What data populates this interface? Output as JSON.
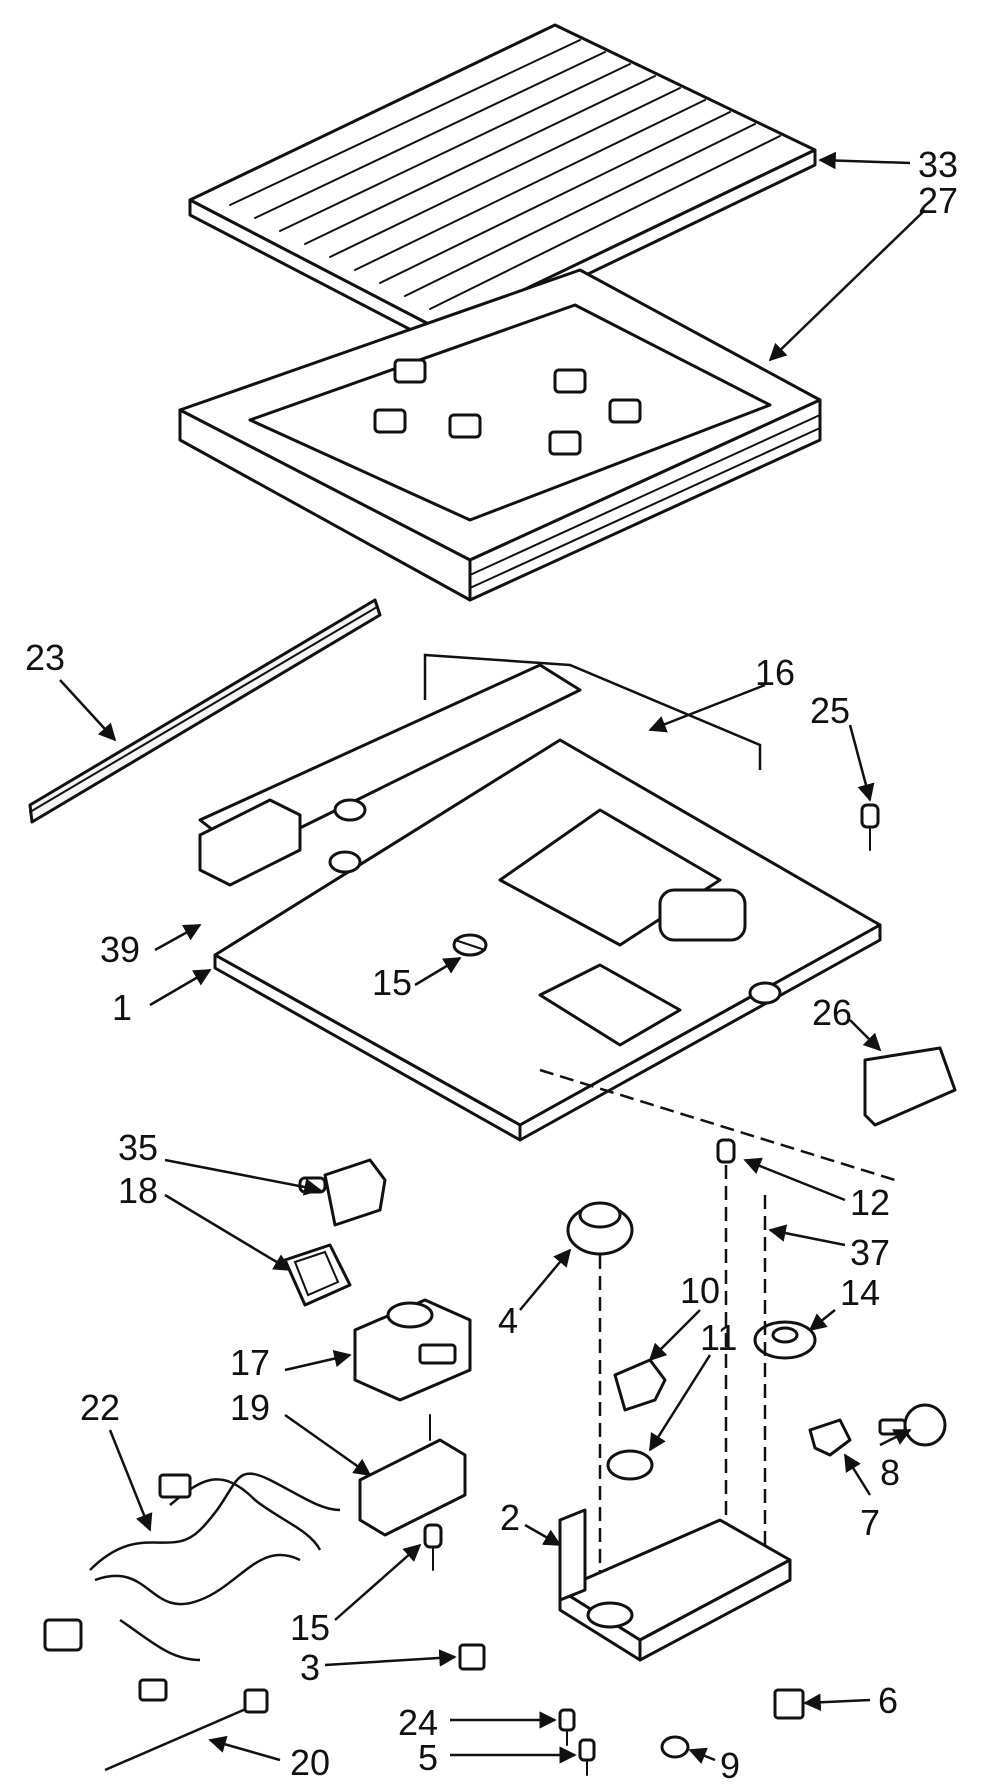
{
  "callouts": [
    {
      "id": "33",
      "label": "33"
    },
    {
      "id": "27",
      "label": "27"
    },
    {
      "id": "23",
      "label": "23"
    },
    {
      "id": "16",
      "label": "16"
    },
    {
      "id": "25",
      "label": "25"
    },
    {
      "id": "39",
      "label": "39"
    },
    {
      "id": "1",
      "label": "1"
    },
    {
      "id": "15a",
      "label": "15"
    },
    {
      "id": "26",
      "label": "26"
    },
    {
      "id": "35",
      "label": "35"
    },
    {
      "id": "18",
      "label": "18"
    },
    {
      "id": "12",
      "label": "12"
    },
    {
      "id": "37",
      "label": "37"
    },
    {
      "id": "4",
      "label": "4"
    },
    {
      "id": "10",
      "label": "10"
    },
    {
      "id": "14",
      "label": "14"
    },
    {
      "id": "11",
      "label": "11"
    },
    {
      "id": "17",
      "label": "17"
    },
    {
      "id": "19",
      "label": "19"
    },
    {
      "id": "22",
      "label": "22"
    },
    {
      "id": "8",
      "label": "8"
    },
    {
      "id": "7",
      "label": "7"
    },
    {
      "id": "2",
      "label": "2"
    },
    {
      "id": "15b",
      "label": "15"
    },
    {
      "id": "3",
      "label": "3"
    },
    {
      "id": "6",
      "label": "6"
    },
    {
      "id": "24",
      "label": "24"
    },
    {
      "id": "5",
      "label": "5"
    },
    {
      "id": "9",
      "label": "9"
    },
    {
      "id": "20",
      "label": "20"
    }
  ]
}
